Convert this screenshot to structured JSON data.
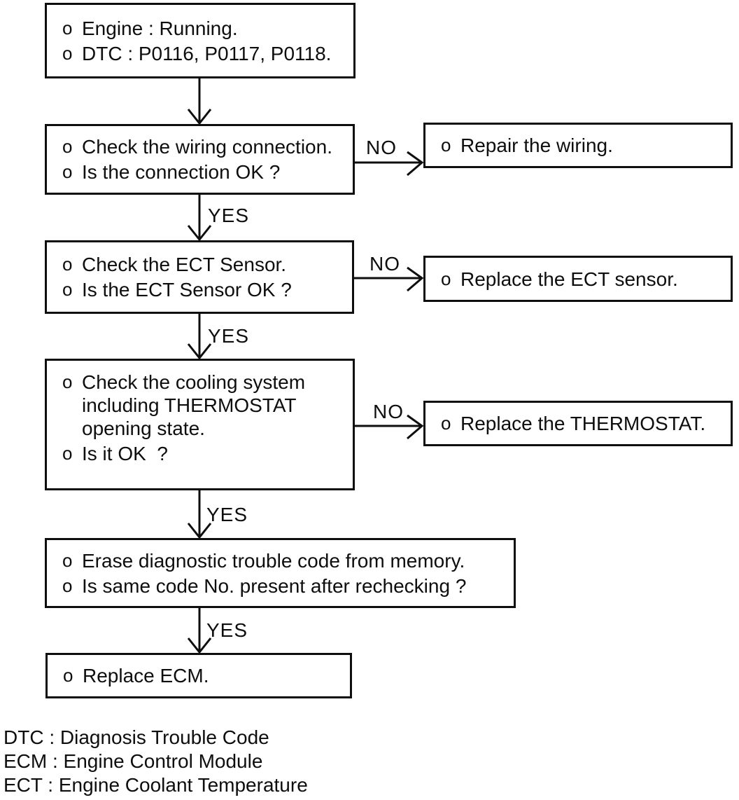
{
  "flowchart": {
    "bullet": "o",
    "labels": {
      "yes": "YES",
      "no": "NO"
    },
    "start": {
      "items": [
        "Engine : Running.",
        "DTC : P0116, P0117, P0118."
      ]
    },
    "step_wiring": {
      "items": [
        "Check the wiring connection.",
        "Is the connection OK ?"
      ]
    },
    "action_repair_wiring": {
      "items": [
        "Repair the wiring."
      ]
    },
    "step_ect_sensor": {
      "items": [
        "Check the ECT Sensor.",
        "Is the ECT Sensor OK ?"
      ]
    },
    "action_replace_ect": {
      "items": [
        "Replace the ECT sensor."
      ]
    },
    "step_cooling_system": {
      "items": [
        "Check the cooling system including THERMOSTAT opening state.",
        "Is it OK  ?"
      ]
    },
    "action_replace_thermostat": {
      "items": [
        "Replace the THERMOSTAT."
      ]
    },
    "step_erase_code": {
      "items": [
        "Erase diagnostic trouble code from memory.",
        "Is same code No. present after rechecking ?"
      ]
    },
    "action_replace_ecm": {
      "items": [
        "Replace ECM."
      ]
    }
  },
  "legend": {
    "lines": [
      "DTC : Diagnosis Trouble Code",
      "ECM : Engine Control Module",
      "ECT : Engine Coolant Temperature"
    ]
  },
  "colors": {
    "ink": "#0e0e0e",
    "background": "#ffffff"
  }
}
